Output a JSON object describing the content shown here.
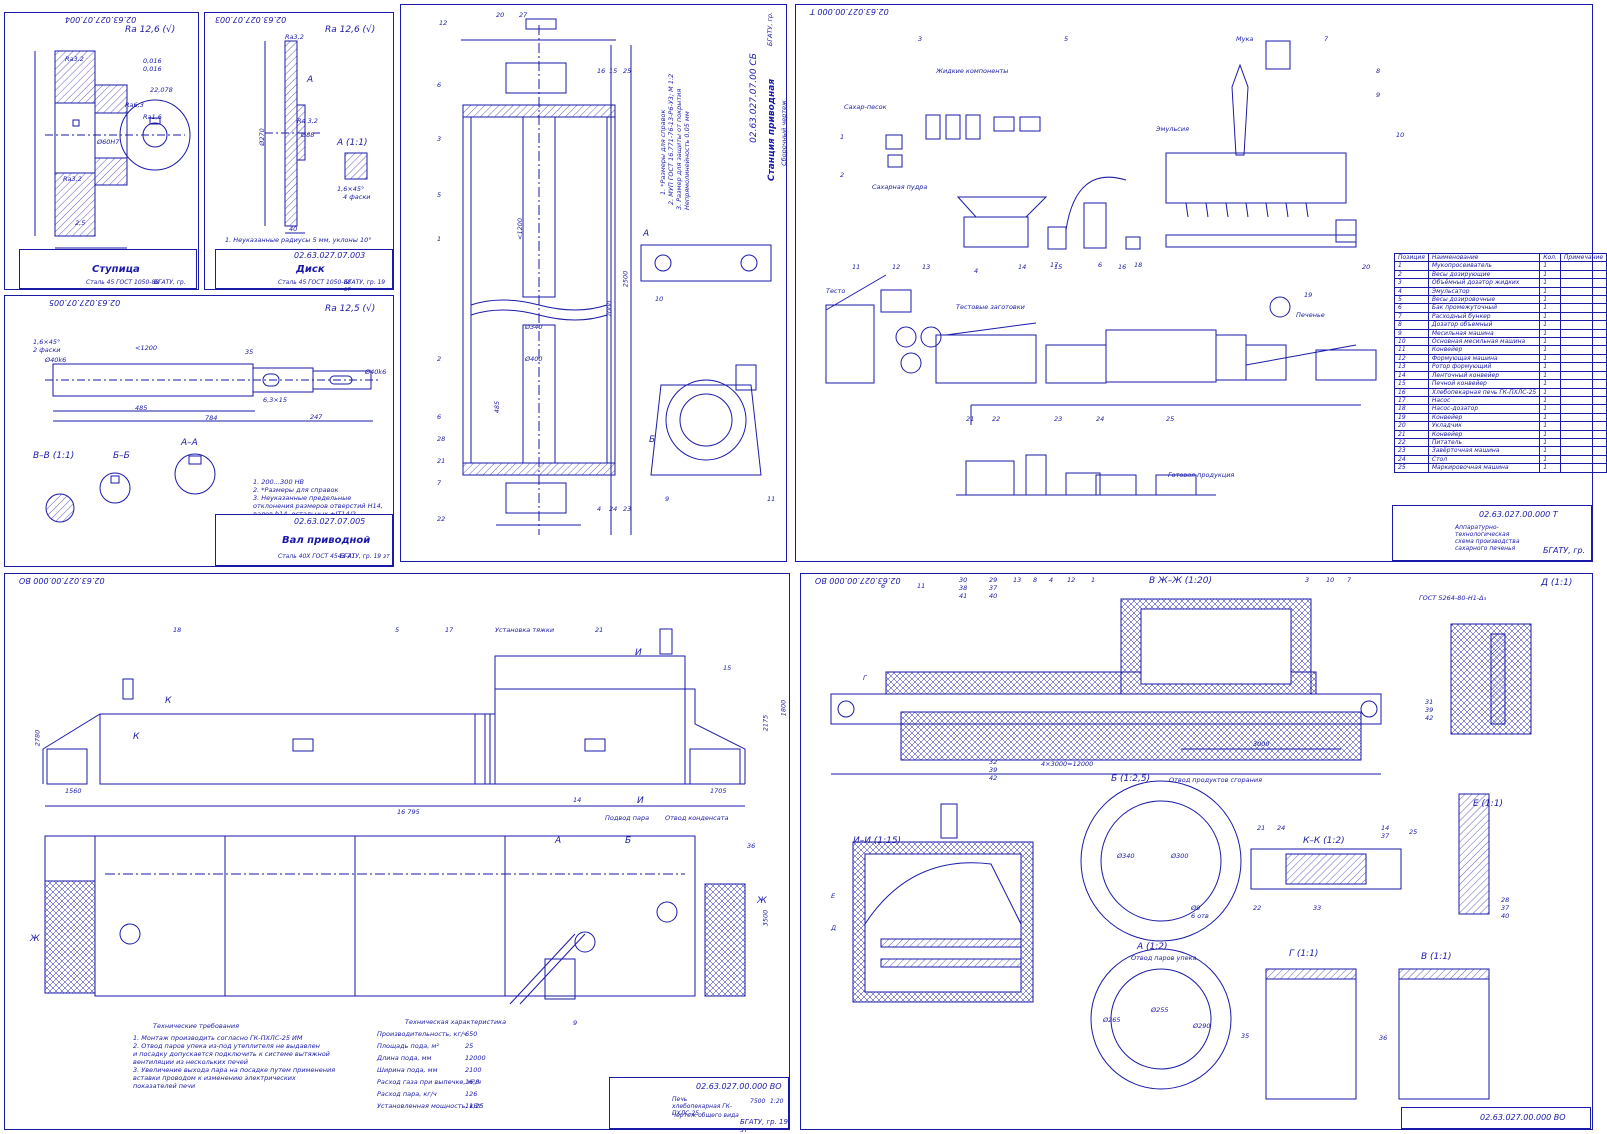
{
  "sheets": {
    "hub": {
      "code_top": "02.63.027.07.004",
      "title": "Ступица",
      "material": "Сталь 45 ГОСТ 1050-88",
      "org": "БГАТУ, гр.",
      "roughness": "Ra 12,6 (√)",
      "labels": [
        "Ra6,3",
        "Ra3,2",
        "Ra1,6",
        "Ra3,2",
        "0,016",
        "0,016",
        "22,078",
        "2,5",
        "Ø60H7"
      ]
    },
    "disk": {
      "code_top": "02.63.027.07.003",
      "title": "Диск",
      "material": "Сталь 45 ГОСТ 1050-88",
      "org": "БГАТУ, гр. 19 зт",
      "roughness": "Ra 12,6 (√)",
      "view_a": "А",
      "view_a_scale": "А (1:1)",
      "note": "1. Неуказанные радиусы 5 мм, уклоны 10°",
      "chamfer": "1,6×45°",
      "holes": "4 фаски",
      "dims": [
        "Ø270",
        "Ø88",
        "40",
        "Ra3,2",
        "Ra 3,2"
      ]
    },
    "shaft": {
      "code_top": "02.63.027.07.005",
      "title": "Вал приводной",
      "material": "Сталь 40Х ГОСТ 4543-71",
      "org": "БГАТУ, гр. 19 зт",
      "roughness": "Ra 12,5 (√)",
      "sections": [
        "В–В (1:1)",
        "Б–Б",
        "А–А"
      ],
      "notes": [
        "1. 200…300 HB",
        "2. *Размеры для справок",
        "3. Неуказанные предельные отклонения размеров отверстий Н14, валов h14, остальных ±IT14/2"
      ],
      "dims": [
        "1,6×45°",
        "2 фаски",
        "Ø40k6",
        "<1200",
        "35",
        "485",
        "784",
        "6,3×15",
        "247",
        "Ø40k6"
      ]
    },
    "drive": {
      "code_side": "02.63.027.07.00 СБ",
      "title": "Станция приводная",
      "subtitle": "Сборочный чертеж",
      "org": "БГАТУ, гр.",
      "notes": [
        "1. *Размеры для справок",
        "2. МУП ГОСТ 16.771-76-13-Р6-У3; М 1:2",
        "3. Размер для защиты от покрытия",
        "Непрямолинейность 0,05 мм"
      ],
      "callouts": [
        "12",
        "20",
        "27",
        "6",
        "3",
        "5",
        "1",
        "2",
        "6",
        "28",
        "21",
        "7",
        "22",
        "10",
        "9",
        "11",
        "16",
        "15",
        "25",
        "4",
        "24",
        "23"
      ],
      "dims": [
        "<1200",
        "Ø340",
        "Ø400",
        "2500",
        "2000",
        "485"
      ],
      "view_a": "А",
      "view_b": "Б"
    },
    "flow": {
      "code_top": "02.63.027.00.000 Т",
      "title": "Аппаратурно-технологическая схема производства сахарного печенья",
      "org": "БГАТУ, гр.",
      "top_labels": [
        "Сахар-песок",
        "Жидкие компоненты",
        "Мука",
        "Эмульсия",
        "Сахарная пудра",
        "Тесто",
        "Тестовые заготовки",
        "Печенье",
        "Готовая продукция"
      ],
      "numbers": [
        "1",
        "2",
        "3",
        "4",
        "5",
        "6",
        "7",
        "8",
        "9",
        "10",
        "11",
        "12",
        "13",
        "14",
        "15",
        "16",
        "17",
        "18",
        "19",
        "20",
        "21",
        "22",
        "23",
        "24",
        "25"
      ],
      "spec_header": [
        "Позиция",
        "Наименование",
        "Кол.",
        "Примечание"
      ],
      "spec_rows": [
        [
          "1",
          "Мукопросеиватель",
          "1",
          ""
        ],
        [
          "2",
          "Весы дозирующие",
          "1",
          ""
        ],
        [
          "3",
          "Объёмный дозатор жидких",
          "1",
          ""
        ],
        [
          "4",
          "Эмульсатор",
          "1",
          ""
        ],
        [
          "5",
          "Весы дозировочные",
          "1",
          ""
        ],
        [
          "6",
          "Бак промежуточный",
          "1",
          ""
        ],
        [
          "7",
          "Расходный бункер",
          "1",
          ""
        ],
        [
          "8",
          "Дозатор объемный",
          "1",
          ""
        ],
        [
          "9",
          "Месильная машина",
          "1",
          ""
        ],
        [
          "10",
          "Основная месильная машина",
          "1",
          ""
        ],
        [
          "11",
          "Конвейер",
          "1",
          ""
        ],
        [
          "12",
          "Формующая машина",
          "1",
          ""
        ],
        [
          "13",
          "Ротор формующий",
          "1",
          ""
        ],
        [
          "14",
          "Ленточный конвейер",
          "1",
          ""
        ],
        [
          "15",
          "Печной конвейер",
          "1",
          ""
        ],
        [
          "16",
          "Хлебопекарная печь ГК-ПХЛС-25",
          "1",
          ""
        ],
        [
          "17",
          "Насос",
          "1",
          ""
        ],
        [
          "18",
          "Насос-дозатор",
          "1",
          ""
        ],
        [
          "19",
          "Конвейер",
          "1",
          ""
        ],
        [
          "20",
          "Укладчик",
          "1",
          ""
        ],
        [
          "21",
          "Конвейер",
          "1",
          ""
        ],
        [
          "22",
          "Питатель",
          "1",
          ""
        ],
        [
          "23",
          "Завёрточная машина",
          "1",
          ""
        ],
        [
          "24",
          "Стол",
          "1",
          ""
        ],
        [
          "25",
          "Маркировочная машина",
          "1",
          ""
        ]
      ]
    },
    "oven_general": {
      "code_top": "02.63.027.00.000 ВО",
      "title": "Печь хлебопекарная ГК-ПХЛС-25",
      "subtitle": "Чертеж общего вида",
      "org": "БГАТУ, гр. 19 зт",
      "scale": "1:20",
      "mass": "7500",
      "labels": [
        "Установка тяжки",
        "Подвод пара",
        "Отвод конденсата",
        "Ж",
        "Ж",
        "А",
        "Б",
        "И",
        "И",
        "К",
        "К"
      ],
      "callouts": [
        "18",
        "17",
        "5",
        "21",
        "15",
        "14",
        "9",
        "36"
      ],
      "dims": [
        "2780",
        "2175",
        "1800",
        "1560",
        "1705",
        "16 795",
        "3500"
      ],
      "tech_req_title": "Технические требования",
      "tech_req": [
        "1. Монтаж производить согласно ГК-ПХЛС-25 ИМ",
        "2. Отвод паров упека из-под утеплителя не выдавлен",
        "и посадку допускается подключить к системе вытяжной",
        "вентиляции из нескольких печей",
        "3. Увеличение выхода пара на посадке путем применения",
        "вставки проводом к изменению электрических",
        "показателей печи"
      ],
      "char_title": "Техническая характеристика",
      "char_rows": [
        [
          "Производительность, кг/ч",
          "650"
        ],
        [
          "Площадь пода, м²",
          "25"
        ],
        [
          "Длина пода, мм",
          "12000"
        ],
        [
          "Ширина пода, мм",
          "2100"
        ],
        [
          "Расход газа при выпечке, м³/ч",
          "16,8"
        ],
        [
          "Расход пара, кг/ч",
          "126"
        ],
        [
          "Установленная мощность, кВт",
          "11,25"
        ]
      ]
    },
    "oven_detail": {
      "code_top": "02.63.027.00.000 ВО",
      "code_bottom": "02.63.027.00.000 ВО",
      "section_titles": [
        "В Ж–Ж (1:20)",
        "Д (1:1)",
        "Б (1:2,5)",
        "Отвод продуктов сгорания",
        "И–И (1:15)",
        "К–К (1:2)",
        "Е (1:1)",
        "А (1:2)",
        "Отвод паров упека",
        "Г (1:1)",
        "В (1:1)"
      ],
      "callouts": [
        "6",
        "11",
        "30",
        "38",
        "41",
        "29",
        "37",
        "40",
        "13",
        "8",
        "4",
        "12",
        "1",
        "3",
        "10",
        "7",
        "32",
        "39",
        "42",
        "31",
        "39",
        "42",
        "21",
        "24",
        "14",
        "37",
        "25",
        "22",
        "33",
        "28",
        "37",
        "40",
        "35",
        "36",
        "Г",
        "Е",
        "Д"
      ],
      "dims": [
        "4×3000=12000",
        "3000",
        "Ø340",
        "Ø300",
        "Ø9",
        "6 отв",
        "Ø265",
        "Ø255",
        "Ø290"
      ],
      "gost": "ГОСТ 5264-80-Н1-Δ₃"
    }
  }
}
